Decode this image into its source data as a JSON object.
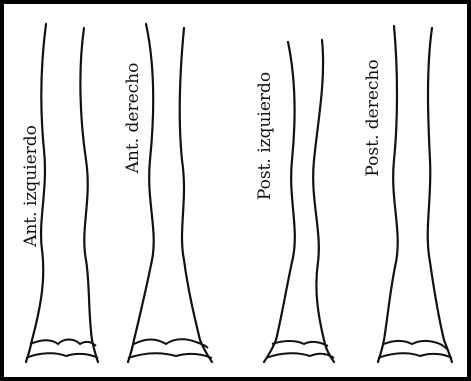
{
  "panels": [
    {
      "label": "Ant. izquierdo"
    },
    {
      "label": "Ant. derecho"
    },
    {
      "label": "Post. izquierdo"
    },
    {
      "label": "Post. derecho"
    }
  ],
  "colors": {
    "ink": "#111111",
    "border": "#000000",
    "background": "#ffffff"
  }
}
